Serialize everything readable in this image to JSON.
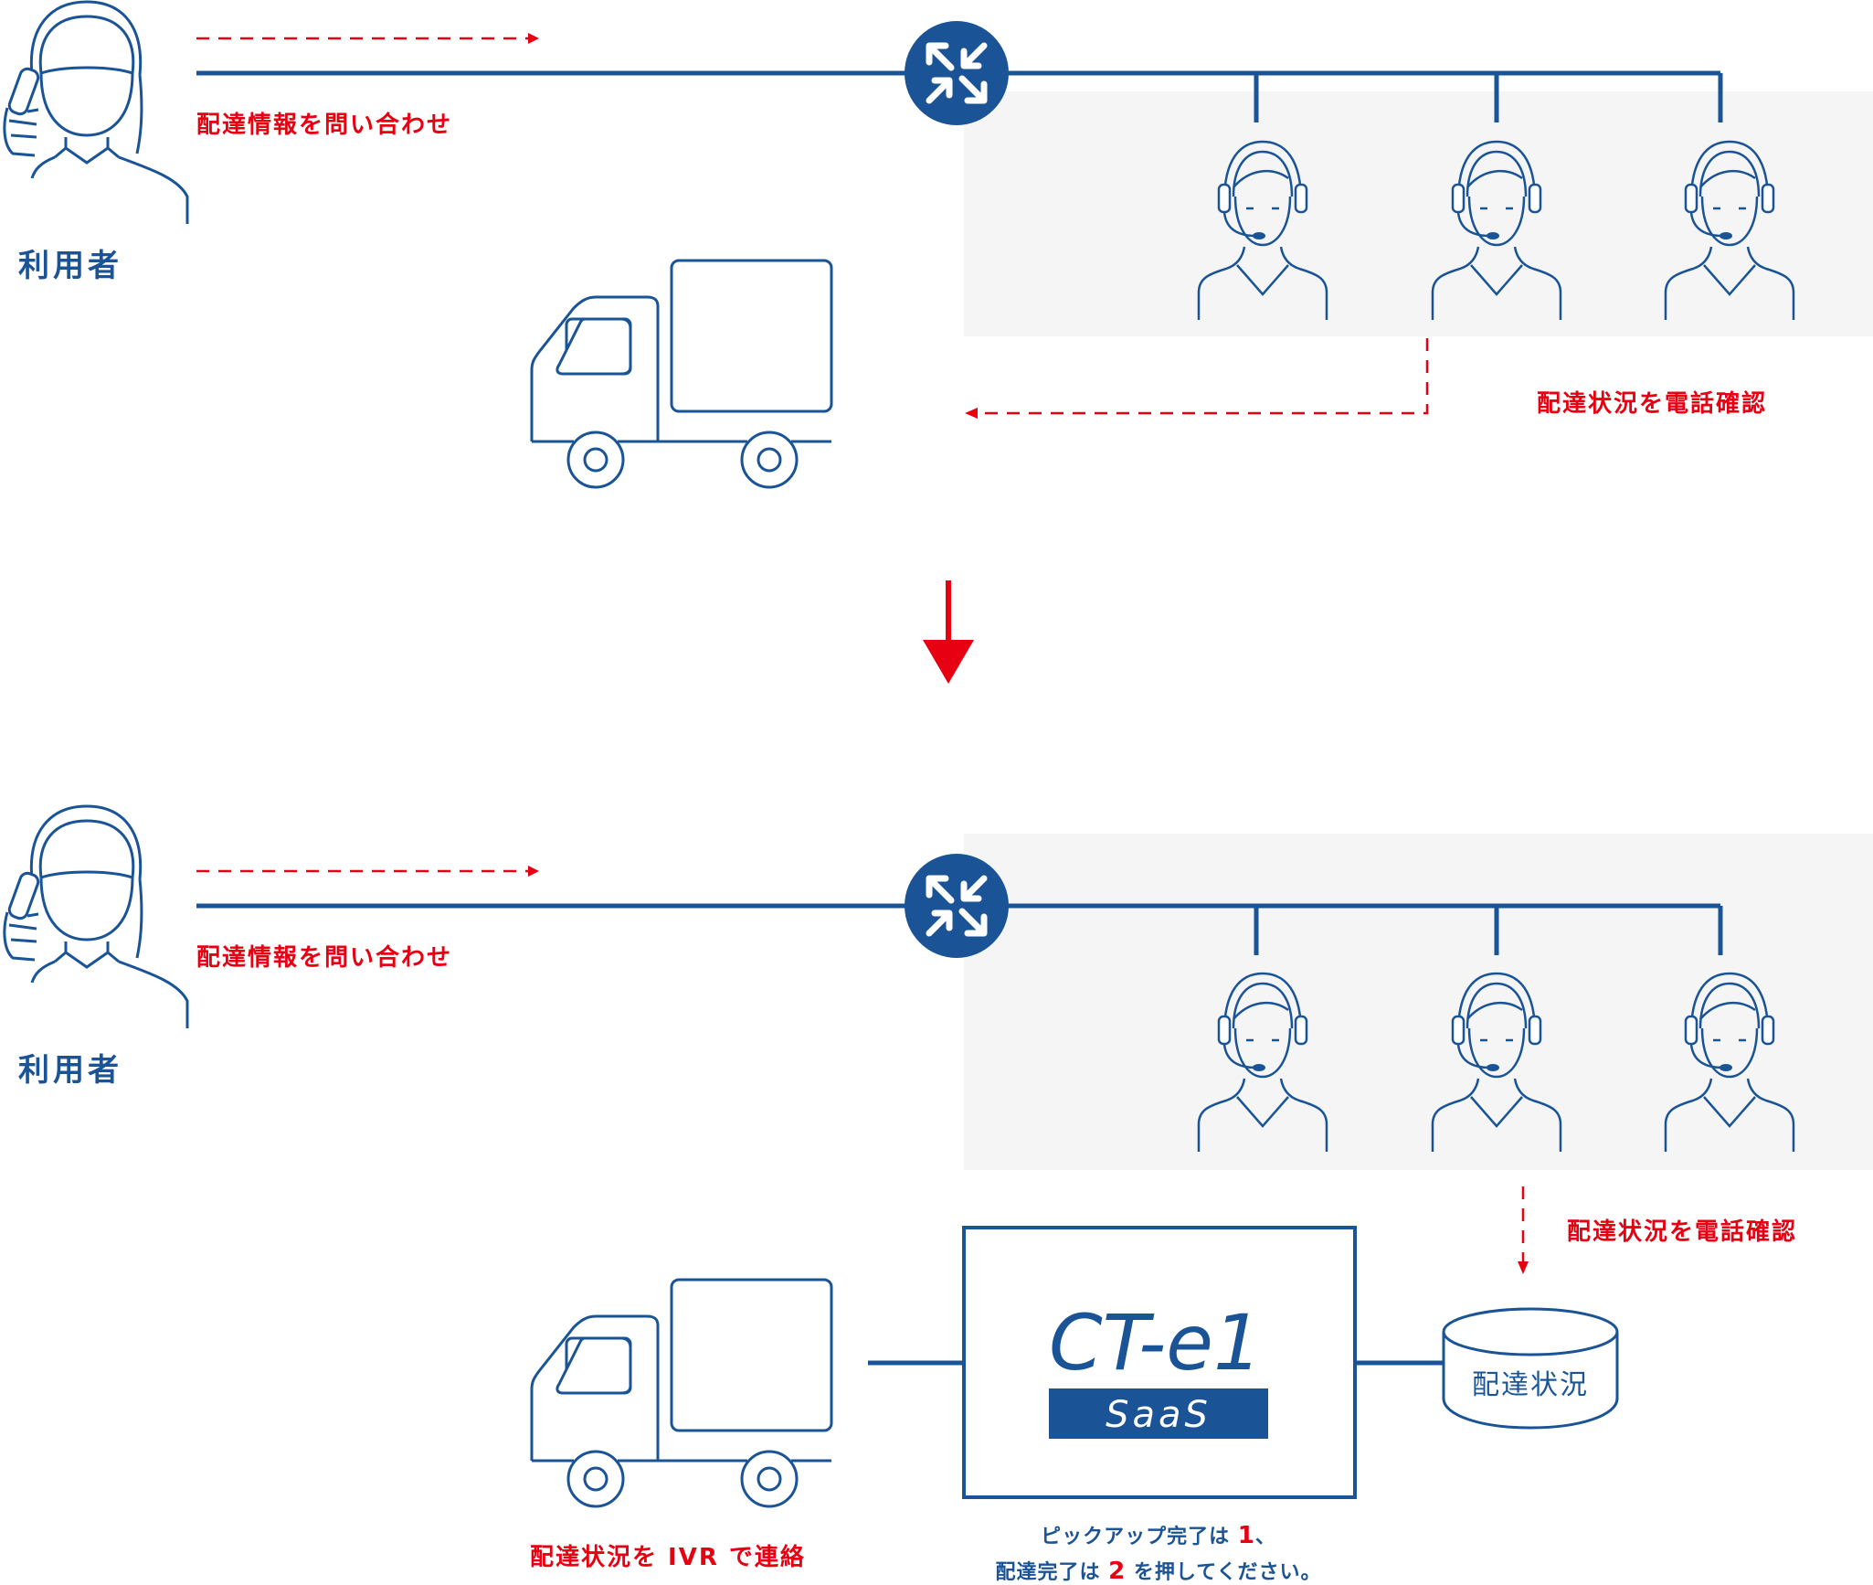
{
  "colors": {
    "blue": "#1a5496",
    "red": "#e60012",
    "panel": "#f5f5f5",
    "white": "#ffffff"
  },
  "before": {
    "user_label": "利用者",
    "inquiry_label": "配達情報を問い合わせ",
    "confirm_label": "配達状況を電話確認"
  },
  "after": {
    "user_label": "利用者",
    "inquiry_label": "配達情報を問い合わせ",
    "confirm_label": "配達状況を電話確認",
    "logo_text": "CT-e1",
    "logo_sub": "SaaS",
    "db_label": "配達状況",
    "ivr_label": "配達状況を IVR で連絡",
    "ivr_msg_line1_a": "ピックアップ完了は ",
    "ivr_msg_line1_num": "1",
    "ivr_msg_line1_b": "、",
    "ivr_msg_line2_a": "配達完了は ",
    "ivr_msg_line2_num": "2",
    "ivr_msg_line2_b": " を押してください。"
  },
  "icons": [
    "user-on-phone-icon",
    "pbx-switch-icon",
    "operator-headset-icon",
    "delivery-truck-icon",
    "database-icon",
    "down-arrow-icon"
  ]
}
